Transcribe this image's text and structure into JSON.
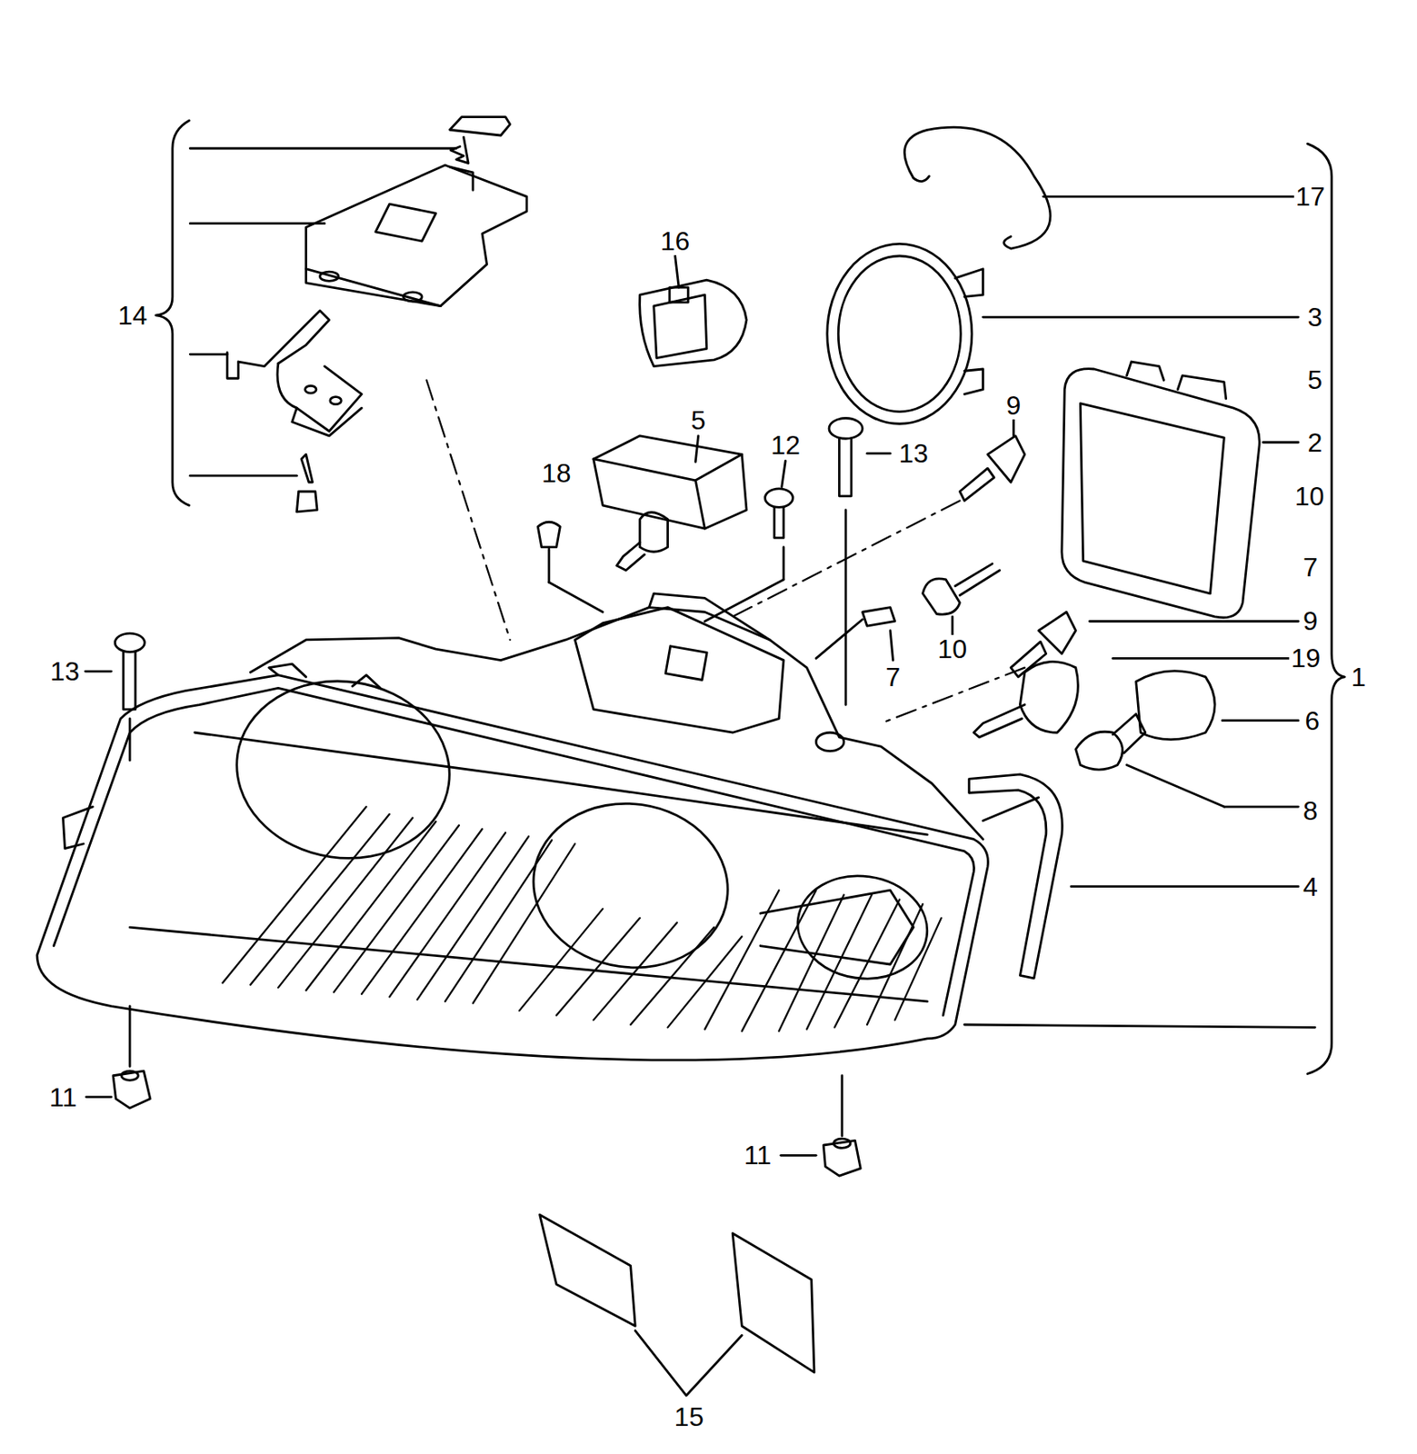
{
  "diagram": {
    "labels": [
      "17",
      "16",
      "3",
      "5",
      "9",
      "14",
      "5",
      "12",
      "13",
      "2",
      "18",
      "10",
      "7",
      "13",
      "9",
      "7",
      "10",
      "19",
      "1",
      "6",
      "8",
      "4",
      "11",
      "11",
      "15"
    ]
  }
}
